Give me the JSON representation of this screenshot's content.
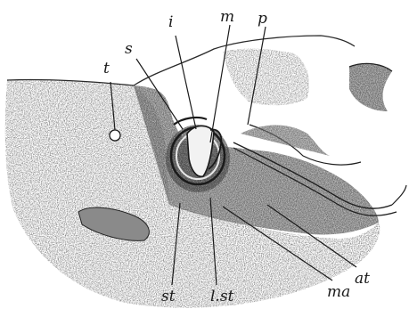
{
  "figure": {
    "labels": {
      "t": "t",
      "s": "s",
      "i": "i",
      "m": "m",
      "p": "p",
      "st": "st",
      "lst": "l.st",
      "ma": "ma",
      "at": "at"
    }
  }
}
